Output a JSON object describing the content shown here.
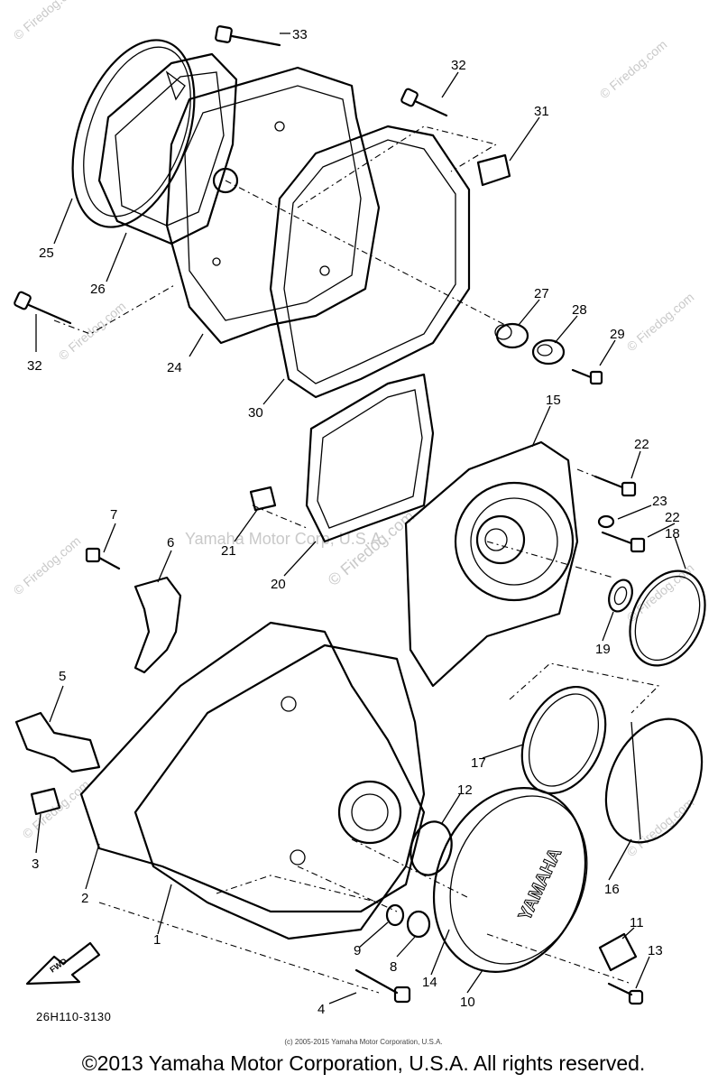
{
  "diagram": {
    "code": "26H110-3130",
    "watermark_main": "Yamaha Motor Corp, U.S.A.",
    "watermark_site": "© Firedog.com",
    "watermark_corner": "© Firedog.com",
    "fwd_label": "FWD",
    "cover_brand": "YAMAHA",
    "part_numbers": {
      "p1": "1",
      "p2": "2",
      "p3": "3",
      "p4": "4",
      "p5": "5",
      "p6": "6",
      "p7": "7",
      "p8": "8",
      "p9": "9",
      "p10": "10",
      "p11": "11",
      "p12": "12",
      "p13": "13",
      "p14": "14",
      "p15": "15",
      "p16": "16",
      "p17": "17",
      "p18": "18",
      "p19": "19",
      "p20": "20",
      "p21": "21",
      "p22a": "22",
      "p22b": "22",
      "p23": "23",
      "p24": "24",
      "p25": "25",
      "p26": "26",
      "p27": "27",
      "p28": "28",
      "p29": "29",
      "p30": "30",
      "p31": "31",
      "p32a": "32",
      "p32b": "32",
      "p33": "33"
    }
  },
  "footer": {
    "small_copyright": "(c) 2005-2015 Yamaha Motor Corporation, U.S.A.",
    "main_copyright": "©2013 Yamaha Motor Corporation, U.S.A. All rights reserved."
  }
}
